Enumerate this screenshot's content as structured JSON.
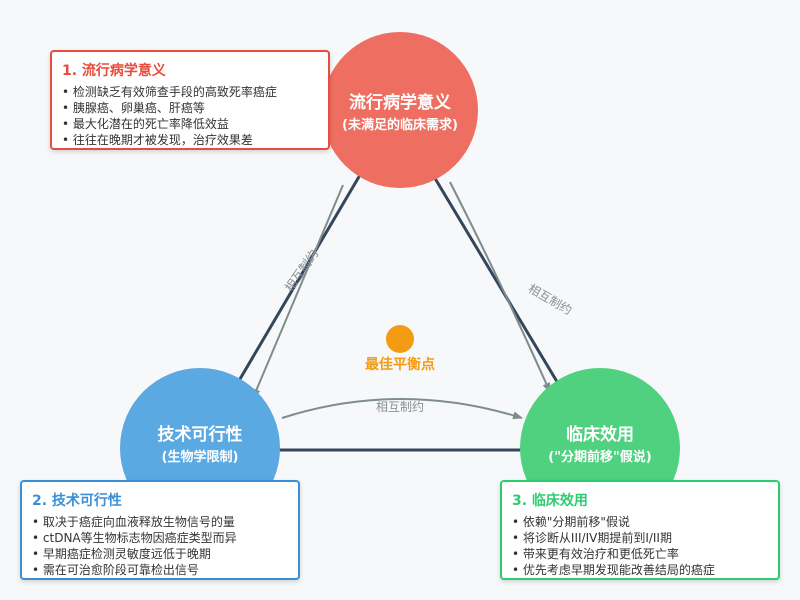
{
  "colors": {
    "epi": "#ee6e62",
    "tech": "#5aa9e2",
    "clin": "#4fd17f",
    "line": "#34465c",
    "arrow": "#7f8c8d",
    "center": "#f39c12",
    "epi_title": "#e74c3c",
    "tech_title": "#3a8fd6",
    "clin_title": "#2ecc71"
  },
  "circles": {
    "epi": {
      "line1": "流行病学意义",
      "line2": "(未满足的临床需求)"
    },
    "tech": {
      "line1": "技术可行性",
      "line2": "(生物学限制)"
    },
    "clin": {
      "line1": "临床效用",
      "line2": "(\"分期前移\"假说)"
    }
  },
  "relations": {
    "left": "相互制约",
    "right": "相互制约",
    "bottom": "相互制约"
  },
  "center_label": "最佳平衡点",
  "boxes": {
    "epi": {
      "title": "1. 流行病学意义",
      "items": [
        "检测缺乏有效筛查手段的高致死率癌症",
        "胰腺癌、卵巢癌、肝癌等",
        "最大化潜在的死亡率降低效益",
        "往往在晚期才被发现，治疗效果差"
      ]
    },
    "tech": {
      "title": "2. 技术可行性",
      "items": [
        "取决于癌症向血液释放生物信号的量",
        "ctDNA等生物标志物因癌症类型而异",
        "早期癌症检测灵敏度远低于晚期",
        "需在可治愈阶段可靠检出信号"
      ]
    },
    "clin": {
      "title": "3. 临床效用",
      "items": [
        "依赖\"分期前移\"假说",
        "将诊断从III/IV期提前到I/II期",
        "带来更有效治疗和更低死亡率",
        "优先考虑早期发现能改善结局的癌症"
      ]
    }
  }
}
